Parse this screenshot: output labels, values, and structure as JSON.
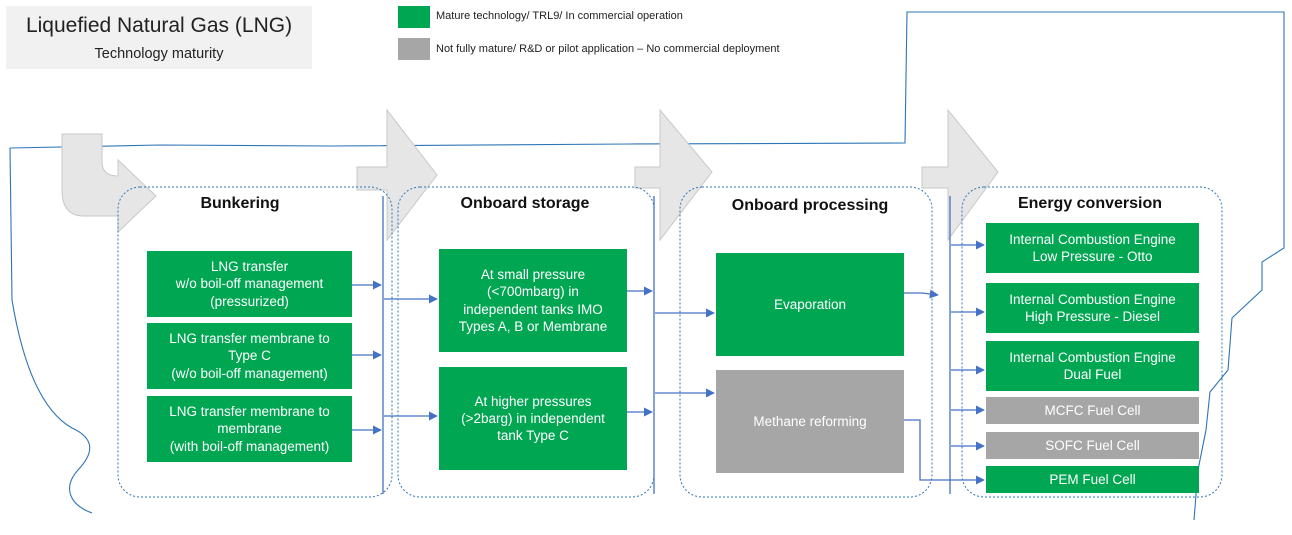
{
  "title": {
    "main": "Liquefied Natural Gas (LNG)",
    "sub": "Technology maturity"
  },
  "legend": [
    {
      "label": "Mature technology/ TRL9/ In commercial operation",
      "color": "#00a651"
    },
    {
      "label": "Not fully mature/ R&D or pilot application – No commercial deployment",
      "color": "#a6a6a6"
    }
  ],
  "stages": {
    "bunkering": {
      "title": "Bunkering",
      "items": [
        {
          "label": "LNG transfer\nw/o boil-off management\n(pressurized)",
          "status": "mature"
        },
        {
          "label": "LNG transfer membrane to\nType C\n(w/o boil-off management)",
          "status": "mature"
        },
        {
          "label": "LNG transfer membrane to\nmembrane\n(with boil-off management)",
          "status": "mature"
        }
      ]
    },
    "storage": {
      "title": "Onboard storage",
      "items": [
        {
          "label": "At small pressure\n(<700mbarg) in\nindependent tanks IMO\nTypes A, B or Membrane",
          "status": "mature"
        },
        {
          "label": "At higher pressures\n(>2barg) in independent\ntank Type C",
          "status": "mature"
        }
      ]
    },
    "processing": {
      "title": "Onboard processing",
      "items": [
        {
          "label": "Evaporation",
          "status": "mature"
        },
        {
          "label": "Methane reforming",
          "status": "not-mature"
        }
      ]
    },
    "conversion": {
      "title": "Energy conversion",
      "items": [
        {
          "label": "Internal Combustion Engine\nLow Pressure - Otto",
          "status": "mature"
        },
        {
          "label": "Internal Combustion Engine\nHigh Pressure - Diesel",
          "status": "mature"
        },
        {
          "label": "Internal Combustion Engine\nDual Fuel",
          "status": "mature"
        },
        {
          "label": "MCFC Fuel Cell",
          "status": "not-mature"
        },
        {
          "label": "SOFC Fuel Cell",
          "status": "not-mature"
        },
        {
          "label": "PEM Fuel Cell",
          "status": "mature"
        }
      ]
    }
  }
}
